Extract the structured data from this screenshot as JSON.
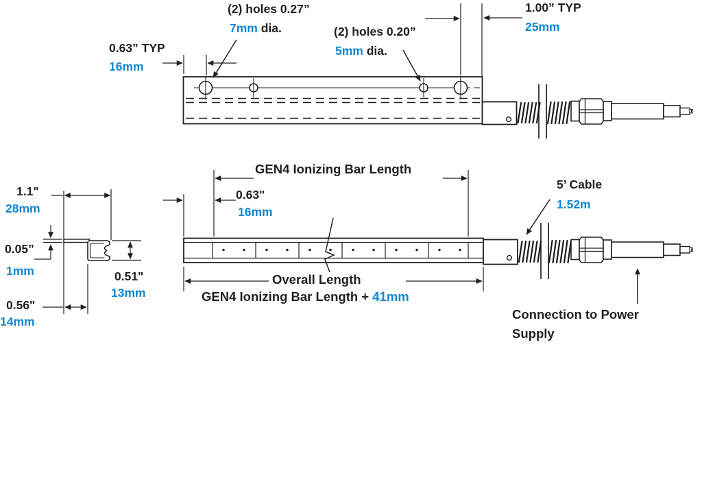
{
  "colors": {
    "ink": "#231f20",
    "blue": "#0f87d2"
  },
  "top_view": {
    "holes_large_label": "(2) holes 0.27”",
    "holes_large_mm": "7mm",
    "holes_large_suffix": " dia.",
    "holes_small_label": "(2) holes 0.20”",
    "holes_small_mm": "5mm",
    "holes_small_suffix": " dia.",
    "end_pitch_label": "1.00” TYP",
    "end_pitch_mm": "25mm",
    "hole_offset_label": "0.63” TYP",
    "hole_offset_mm": "16mm"
  },
  "side_view": {
    "bar_length_label": "GEN4 Ionizing Bar Length",
    "end_offset_label": "0.63\"",
    "end_offset_mm": "16mm",
    "cable_label": "5’ Cable",
    "cable_mm": "1.52m",
    "overall_length_label": "Overall Length",
    "overall_formula_prefix": "GEN4 Ionizing Bar Length + ",
    "overall_formula_mm": "41mm",
    "connection_label_line1": "Connection to Power",
    "connection_label_line2": "Supply"
  },
  "cross_section": {
    "width_label": "1.1\"",
    "width_mm": "28mm",
    "flange_thickness_label": "0.05”",
    "flange_thickness_mm": "1mm",
    "height_label": "0.51\"",
    "height_mm": "13mm",
    "flange_width_label": "0.56\"",
    "flange_width_mm": "14mm"
  }
}
